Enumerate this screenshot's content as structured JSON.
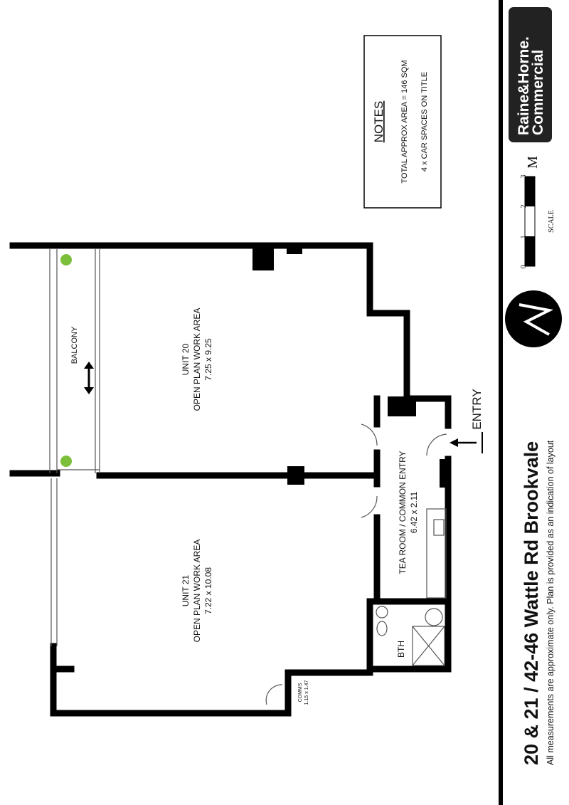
{
  "title": "20 & 21 / 42-46 Wattle Rd Brookvale",
  "subtitle": "All measurements are approximate only. Plan is provided as an indication of layout",
  "logo": {
    "line1": "Raine&Horne.",
    "line2": "Commercial"
  },
  "scale": {
    "label": "SCALE",
    "unit": "M",
    "ticks": [
      "0",
      "1",
      "2",
      "3"
    ]
  },
  "notes": {
    "heading": "NOTES",
    "line1": "TOTAL APPROX AREA = 146 SQM",
    "line2": "4 x CAR SPACES ON TITLE"
  },
  "rooms": {
    "balcony": "BALCONY",
    "unit20": {
      "name": "UNIT 20",
      "type": "OPEN PLAN WORK AREA",
      "size": "7.25 x 9.25"
    },
    "unit21": {
      "name": "UNIT 21",
      "type": "OPEN PLAN WORK AREA",
      "size": "7.22 x 10.08"
    },
    "tea": {
      "name": "TEA ROOM / COMMON ENTRY",
      "size": "6.42 x 2.11"
    },
    "bath": "BTH",
    "comms": {
      "name": "COMMS",
      "size": "1.15 x 1.47"
    }
  },
  "entry": "ENTRY",
  "north": "N"
}
